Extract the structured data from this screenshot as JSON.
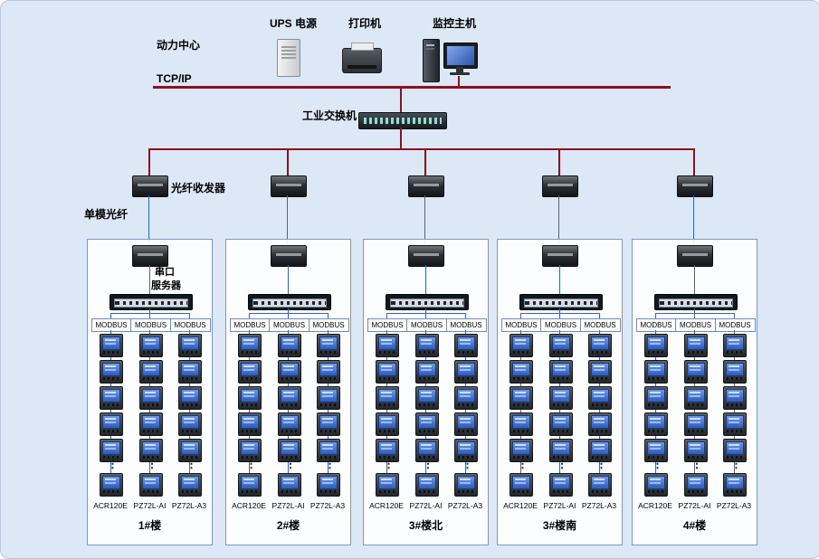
{
  "header": {
    "power_center": "动力中心",
    "tcpip_label": "TCP/IP",
    "ups_label": "UPS 电源",
    "printer_label": "打印机",
    "host_label": "监控主机",
    "switch_label": "工业交换机",
    "fiber_transceiver_label": "光纤收发器",
    "single_mode_fiber_label": "单模光纤"
  },
  "serial_server_label": {
    "line1": "串口",
    "line2": "服务器"
  },
  "ellipsis_glyph": "⋮",
  "colors": {
    "background": "#dce8f5",
    "bus_red": "#8c1020",
    "fiber_blue": "#3465c8",
    "group_border": "#7f98bf",
    "meter_screen_blue": "#2c5cba"
  },
  "groups": [
    {
      "building": "1#楼",
      "show_serial_label": true,
      "columns": [
        {
          "protocol": "MODBUS",
          "device": "ACR120E",
          "meter_count": 6
        },
        {
          "protocol": "MODBUS",
          "device": "PZ72L-AI",
          "meter_count": 6
        },
        {
          "protocol": "MODBUS",
          "device": "PZ72L-A3",
          "meter_count": 6
        }
      ]
    },
    {
      "building": "2#楼",
      "show_serial_label": false,
      "columns": [
        {
          "protocol": "MODBUS",
          "device": "ACR120E",
          "meter_count": 6
        },
        {
          "protocol": "MODBUS",
          "device": "PZ72L-AI",
          "meter_count": 6
        },
        {
          "protocol": "MODBUS",
          "device": "PZ72L-A3",
          "meter_count": 6
        }
      ]
    },
    {
      "building": "3#楼北",
      "show_serial_label": false,
      "columns": [
        {
          "protocol": "MODBUS",
          "device": "ACR120E",
          "meter_count": 6
        },
        {
          "protocol": "MODBUS",
          "device": "PZ72L-AI",
          "meter_count": 6
        },
        {
          "protocol": "MODBUS",
          "device": "PZ72L-A3",
          "meter_count": 6
        }
      ]
    },
    {
      "building": "3#楼南",
      "show_serial_label": false,
      "columns": [
        {
          "protocol": "MODBUS",
          "device": "ACR120E",
          "meter_count": 6
        },
        {
          "protocol": "MODBUS",
          "device": "PZ72L-AI",
          "meter_count": 6
        },
        {
          "protocol": "MODBUS",
          "device": "PZ72L-A3",
          "meter_count": 6
        }
      ]
    },
    {
      "building": "4#楼",
      "show_serial_label": false,
      "columns": [
        {
          "protocol": "MODBUS",
          "device": "ACR120E",
          "meter_count": 6
        },
        {
          "protocol": "MODBUS",
          "device": "PZ72L-AI",
          "meter_count": 6
        },
        {
          "protocol": "MODBUS",
          "device": "PZ72L-A3",
          "meter_count": 6
        }
      ]
    }
  ]
}
